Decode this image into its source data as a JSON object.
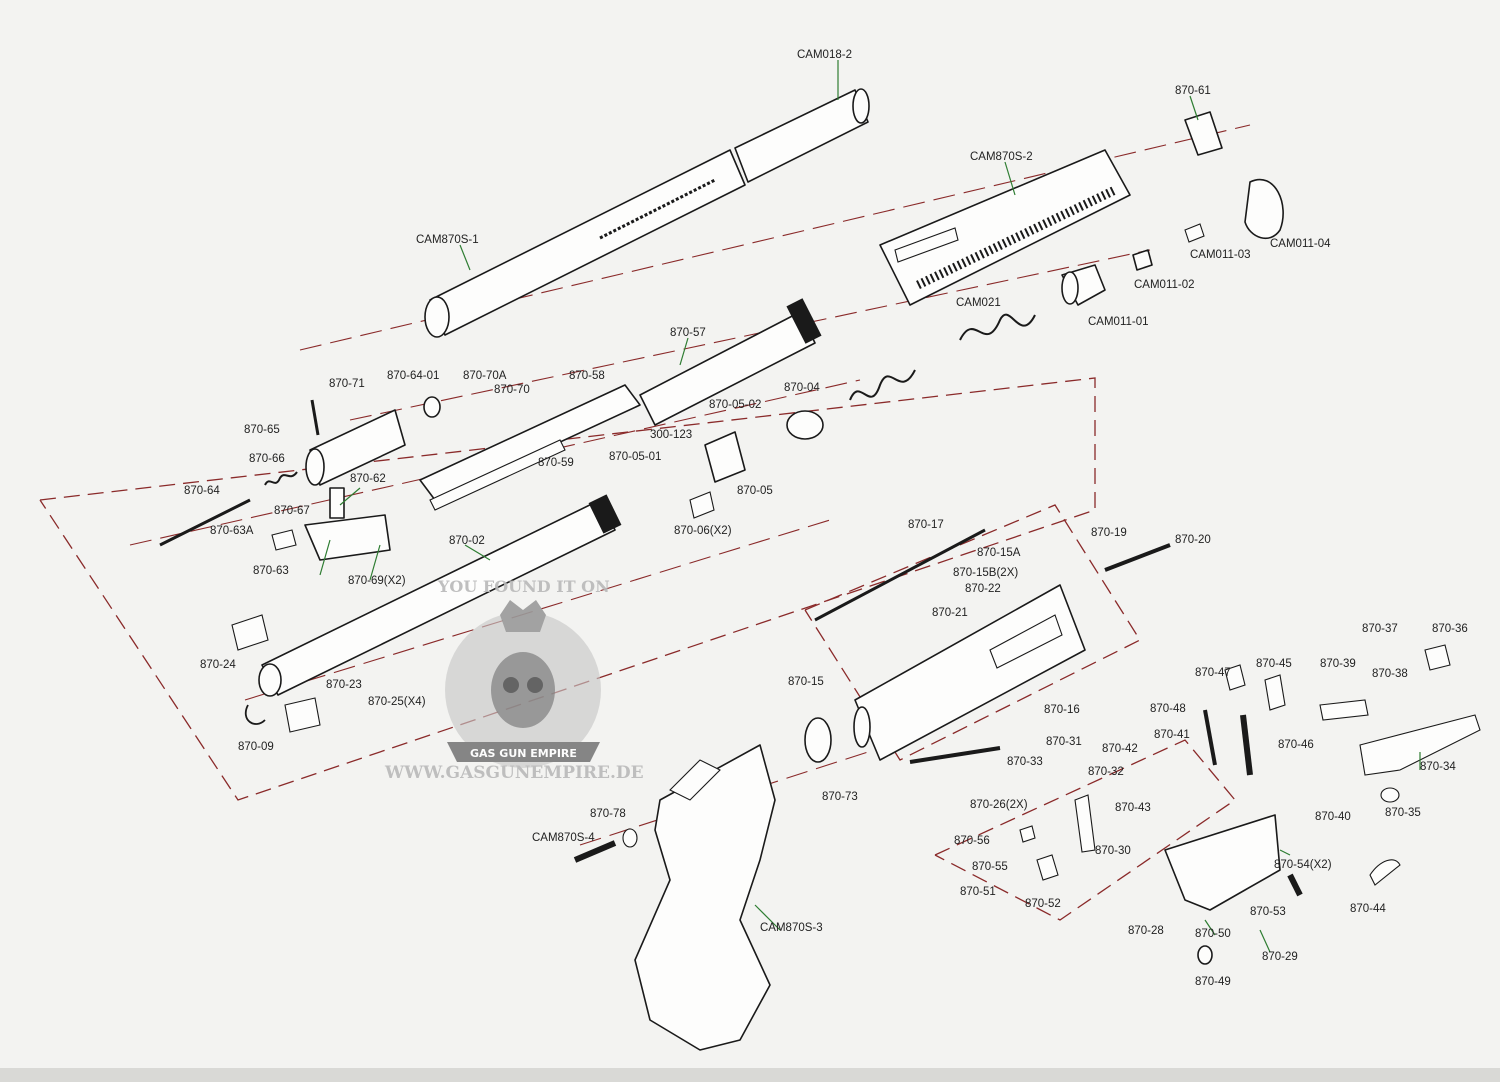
{
  "watermark": {
    "top_text": "YOU FOUND IT ON",
    "banner_text": "GAS GUN EMPIRE",
    "url_text": "WWW.GASGUNEMPIRE.DE"
  },
  "colors": {
    "paper": "#f3f3f1",
    "line_art": "#1a1a1a",
    "axis_dashes": "#8a2a2a",
    "leader_lines": "#2e7d32",
    "watermark": "#b9b9b9"
  },
  "labels": {
    "cam018_2": "CAM018-2",
    "cam870s_1": "CAM870S-1",
    "cam870s_2": "CAM870S-2",
    "p870_61": "870-61",
    "cam011_04": "CAM011-04",
    "cam011_03": "CAM011-03",
    "cam011_02": "CAM011-02",
    "cam011_01": "CAM011-01",
    "cam021": "CAM021",
    "p870_57": "870-57",
    "p870_71": "870-71",
    "p870_64_01": "870-64-01",
    "p870_70a": "870-70A",
    "p870_70": "870-70",
    "p870_58": "870-58",
    "p870_04": "870-04",
    "p870_05_02": "870-05-02",
    "p300_123": "300-123",
    "p870_65": "870-65",
    "p870_66": "870-66",
    "p870_62": "870-62",
    "p870_59": "870-59",
    "p870_05_01": "870-05-01",
    "p870_05": "870-05",
    "p870_64": "870-64",
    "p870_67": "870-67",
    "p870_63a": "870-63A",
    "p870_06x2": "870-06(X2)",
    "p870_63": "870-63",
    "p870_69x2": "870-69(X2)",
    "p870_02": "870-02",
    "p870_17": "870-17",
    "p870_19": "870-19",
    "p870_20": "870-20",
    "p870_15a": "870-15A",
    "p870_15b2x": "870-15B(2X)",
    "p870_22": "870-22",
    "p870_21": "870-21",
    "p870_24": "870-24",
    "p870_37": "870-37",
    "p870_36": "870-36",
    "p870_23": "870-23",
    "p870_25x4": "870-25(X4)",
    "p870_47": "870-47",
    "p870_45": "870-45",
    "p870_39": "870-39",
    "p870_38": "870-38",
    "p870_15": "870-15",
    "p870_16": "870-16",
    "p870_09": "870-09",
    "p870_48": "870-48",
    "p870_41": "870-41",
    "p870_46": "870-46",
    "p870_31": "870-31",
    "p870_42": "870-42",
    "p870_34": "870-34",
    "p870_33": "870-33",
    "p870_32": "870-32",
    "p870_73": "870-73",
    "p870_26_2x": "870-26(2X)",
    "p870_43": "870-43",
    "p870_35": "870-35",
    "p870_40": "870-40",
    "p870_78": "870-78",
    "cam870s_4": "CAM870S-4",
    "p870_56": "870-56",
    "p870_30": "870-30",
    "p870_55": "870-55",
    "p870_54x2": "870-54(X2)",
    "p870_51": "870-51",
    "p870_52": "870-52",
    "p870_53": "870-53",
    "p870_44": "870-44",
    "cam870s_3": "CAM870S-3",
    "p870_28": "870-28",
    "p870_50": "870-50",
    "p870_29": "870-29",
    "p870_49": "870-49"
  }
}
